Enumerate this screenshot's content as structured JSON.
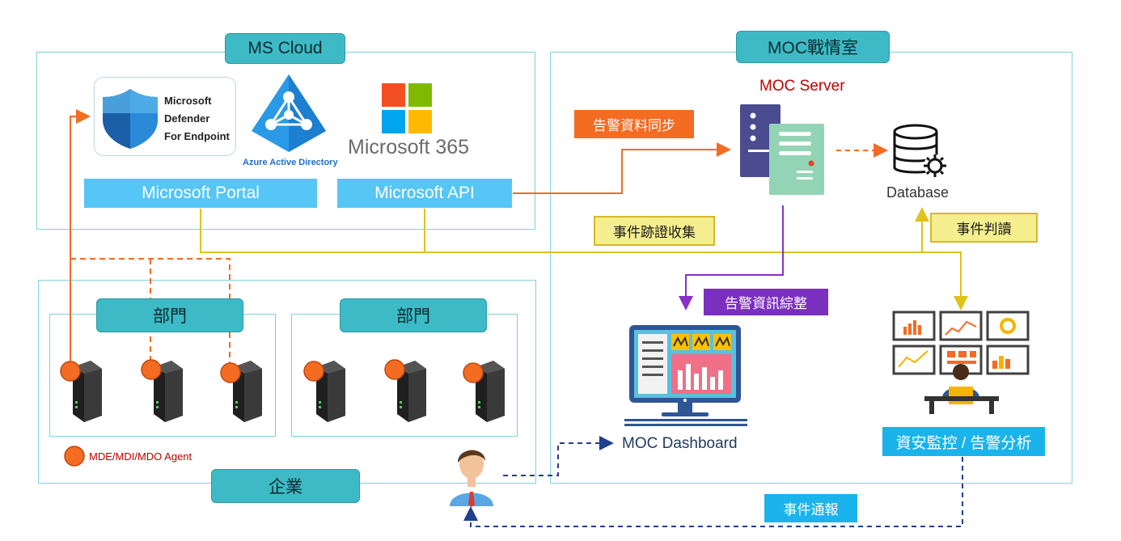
{
  "ms_cloud": {
    "title": "MS Cloud",
    "defender": {
      "line1": "Microsoft",
      "line2": "Defender",
      "line3": "For Endpoint"
    },
    "azure_ad": "Azure Active Directory",
    "m365": "Microsoft 365",
    "portal": "Microsoft Portal",
    "api": "Microsoft API"
  },
  "moc_room": {
    "title": "MOC戰情室",
    "server": "MOC Server",
    "database": "Database",
    "dashboard": "MOC Dashboard",
    "analysis": "資安監控 / 告警分析"
  },
  "enterprise": {
    "title": "企業",
    "dept_a": "部門",
    "dept_b": "部門",
    "legend": "MDE/MDI/MDO Agent"
  },
  "flows": {
    "alert_sync": "告警資料同步",
    "evidence": "事件跡證收集",
    "judgement": "事件判讀",
    "summary": "告警資訊綜整",
    "report": "事件通報"
  },
  "colors": {
    "teal": "#3dbac5",
    "portal_blue": "#55c6f5",
    "orange": "#f46b22",
    "yellow_line": "#e0c21a",
    "purple": "#8a2fc6",
    "navy_dashed": "#1f3f8f",
    "server_red": "#c00000"
  }
}
